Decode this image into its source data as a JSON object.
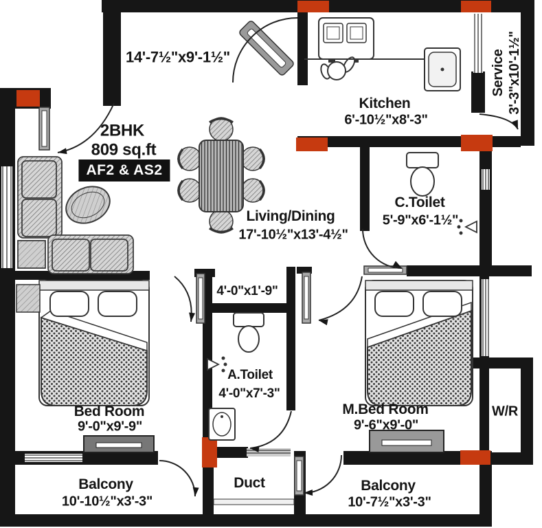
{
  "plan": {
    "bhk": "2BHK",
    "area": "809 sq.ft",
    "badge": "AF2 & AS2",
    "foyer_dim": "14'-7½\"x9'-1½\"",
    "rooms": {
      "kitchen": {
        "name": "Kitchen",
        "dim": "6'-10½\"x8'-3\""
      },
      "service": {
        "name": "Service",
        "dim": "3'-3\"x10'-1½\""
      },
      "c_toilet": {
        "name": "C.Toilet",
        "dim": "5'-9\"x6'-1½\""
      },
      "living": {
        "name": "Living/Dining",
        "dim": "17'-10½\"x13'-4½\""
      },
      "passage": {
        "dim": "4'-0\"x1'-9\""
      },
      "a_toilet": {
        "name": "A.Toilet",
        "dim": "4'-0\"x7'-3\""
      },
      "bedroom": {
        "name": "Bed Room",
        "dim": "9'-0\"x9'-9\""
      },
      "m_bedroom": {
        "name": "M.Bed Room",
        "dim": "9'-6\"x9'-0\""
      },
      "wr": {
        "name": "W/R"
      },
      "balcony_left": {
        "name": "Balcony",
        "dim": "10'-10½\"x3'-3\""
      },
      "duct": {
        "name": "Duct"
      },
      "balcony_right": {
        "name": "Balcony",
        "dim": "10'-7½\"x3'-3\""
      }
    },
    "colors": {
      "wall": "#161616",
      "column_marker": "#c63a10",
      "paper": "#ffffff",
      "text": "#141414"
    },
    "icons": [
      "sofa-icon",
      "dining-table-icon",
      "bed-icon",
      "toilet-icon",
      "washbasin-icon",
      "shower-icon",
      "kitchen-sink-icon",
      "stove-icon",
      "wardrobe-icon",
      "door-swing-icon",
      "window-icon"
    ]
  }
}
